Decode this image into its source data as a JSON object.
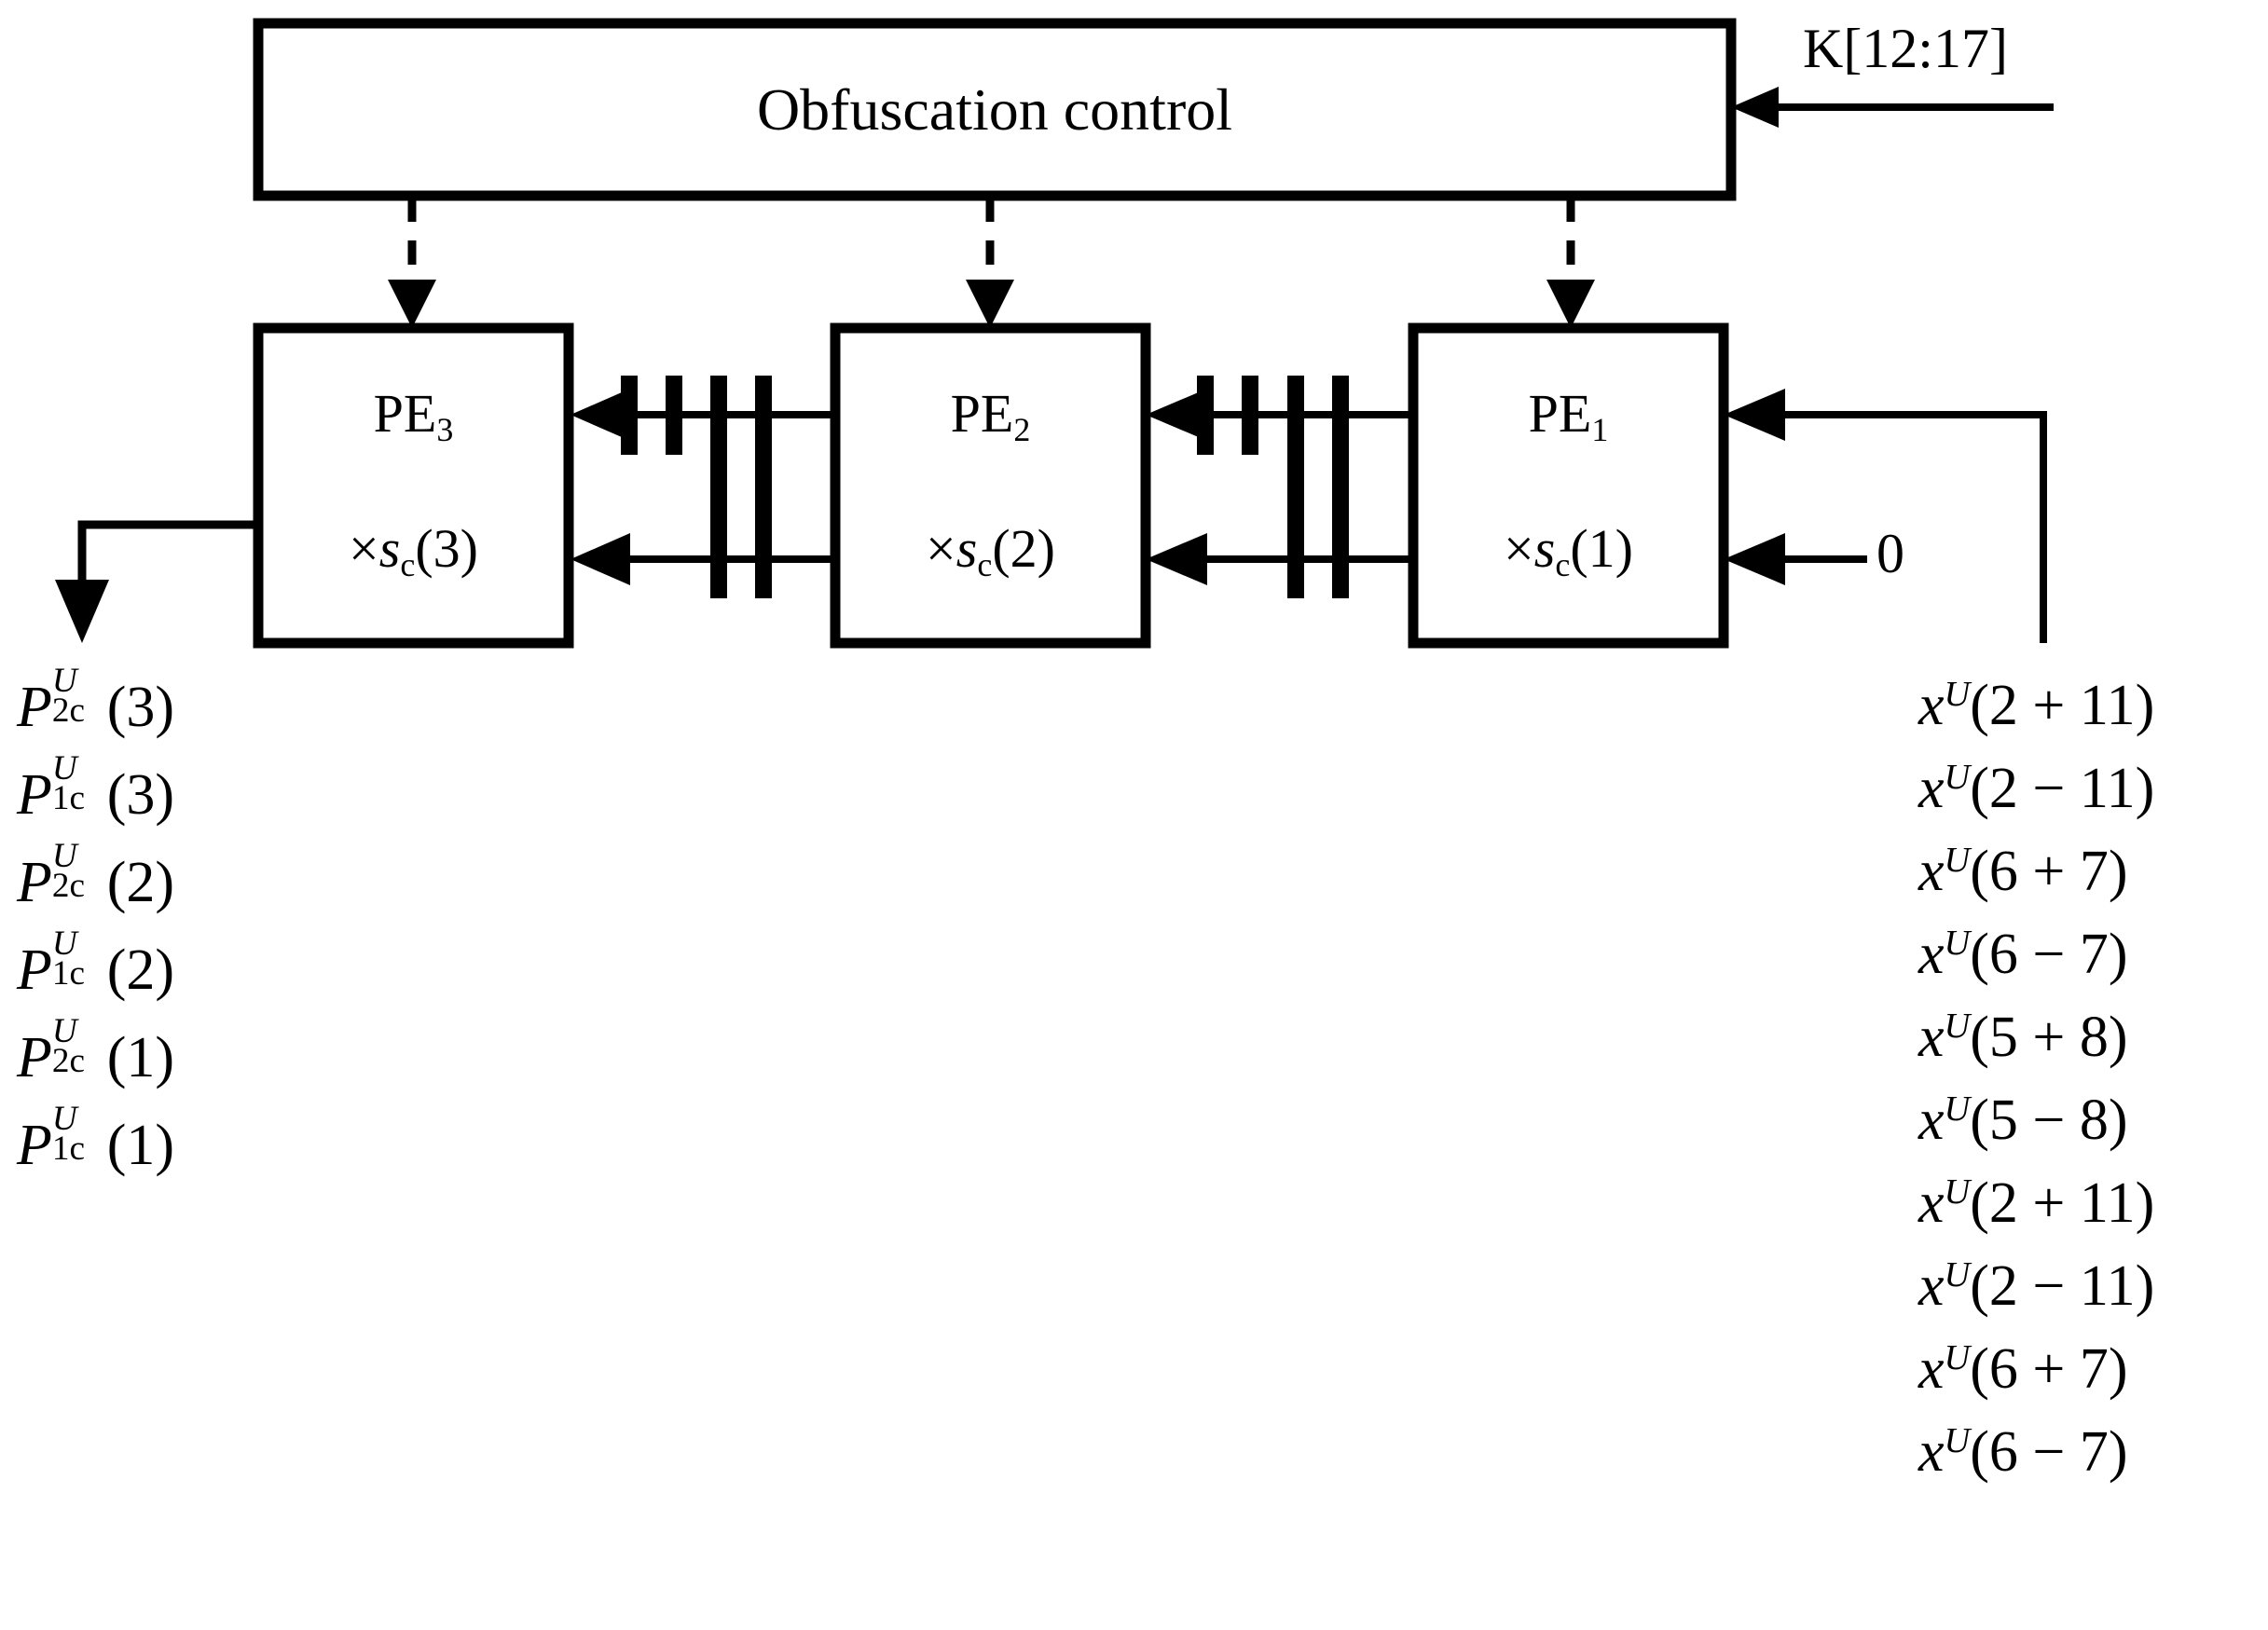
{
  "diagram": {
    "title_block": {
      "label": "Obfuscation control"
    },
    "key_input": {
      "label": "K[12:17]",
      "icon": "left-arrow-icon"
    },
    "zero_input": {
      "label": "0"
    },
    "pe_units": [
      {
        "id": "pe3",
        "name": "PE",
        "index": "3",
        "scale_prefix": "×",
        "scale_var": "s",
        "scale_sub": "c",
        "scale_arg": "(3)",
        "scale_full": "×s_c(3)"
      },
      {
        "id": "pe2",
        "name": "PE",
        "index": "2",
        "scale_prefix": "×",
        "scale_var": "s",
        "scale_sub": "c",
        "scale_arg": "(2)",
        "scale_full": "×s_c(2)"
      },
      {
        "id": "pe1",
        "name": "PE",
        "index": "1",
        "scale_prefix": "×",
        "scale_var": "s",
        "scale_sub": "c",
        "scale_arg": "(1)",
        "scale_full": "×s_c(1)"
      }
    ],
    "outputs": [
      {
        "base": "P",
        "sup": "U",
        "sub": "2c",
        "arg": "(3)",
        "full": "P_2c^U(3)"
      },
      {
        "base": "P",
        "sup": "U",
        "sub": "1c",
        "arg": "(3)",
        "full": "P_1c^U(3)"
      },
      {
        "base": "P",
        "sup": "U",
        "sub": "2c",
        "arg": "(2)",
        "full": "P_2c^U(2)"
      },
      {
        "base": "P",
        "sup": "U",
        "sub": "1c",
        "arg": "(2)",
        "full": "P_1c^U(2)"
      },
      {
        "base": "P",
        "sup": "U",
        "sub": "2c",
        "arg": "(1)",
        "full": "P_2c^U(1)"
      },
      {
        "base": "P",
        "sup": "U",
        "sub": "1c",
        "arg": "(1)",
        "full": "P_1c^U(1)"
      }
    ],
    "inputs": [
      {
        "base": "x",
        "sup": "U",
        "arg": "(2 + 11)",
        "full": "x^U(2+11)"
      },
      {
        "base": "x",
        "sup": "U",
        "arg": "(2 − 11)",
        "full": "x^U(2-11)"
      },
      {
        "base": "x",
        "sup": "U",
        "arg": "(6 + 7)",
        "full": "x^U(6+7)"
      },
      {
        "base": "x",
        "sup": "U",
        "arg": "(6 − 7)",
        "full": "x^U(6-7)"
      },
      {
        "base": "x",
        "sup": "U",
        "arg": "(5 + 8)",
        "full": "x^U(5+8)"
      },
      {
        "base": "x",
        "sup": "U",
        "arg": "(5 − 8)",
        "full": "x^U(5-8)"
      },
      {
        "base": "x",
        "sup": "U",
        "arg": "(2 + 11)",
        "full": "x^U(2+11)"
      },
      {
        "base": "x",
        "sup": "U",
        "arg": "(2 − 11)",
        "full": "x^U(2-11)"
      },
      {
        "base": "x",
        "sup": "U",
        "arg": "(6 + 7)",
        "full": "x^U(6+7)"
      },
      {
        "base": "x",
        "sup": "U",
        "arg": "(6 − 7)",
        "full": "x^U(6-7)"
      }
    ],
    "colors": {
      "stroke": "#000000",
      "background": "#ffffff"
    }
  }
}
